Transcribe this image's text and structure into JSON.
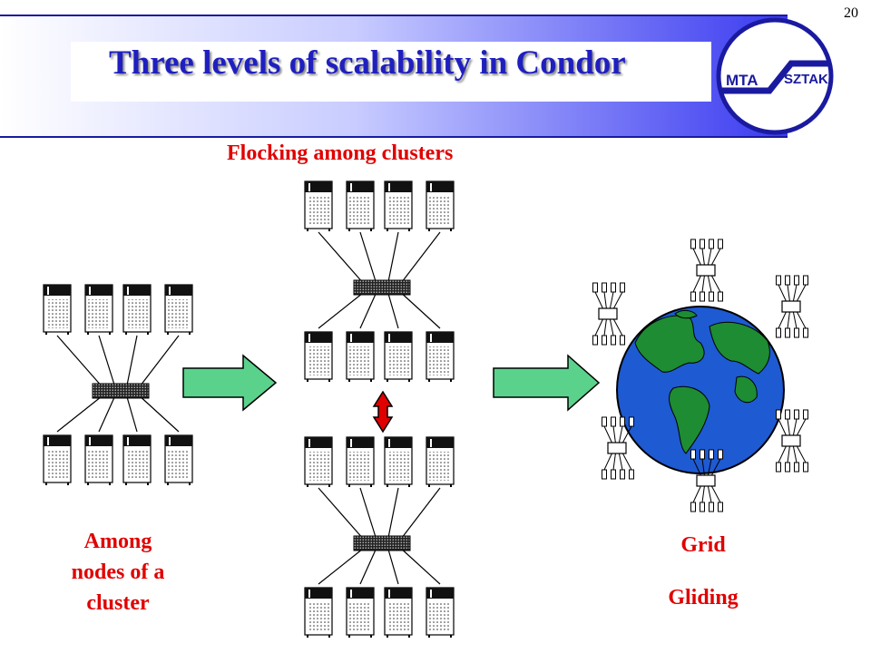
{
  "slide": {
    "title": "Three levels of scalability in Condor",
    "number": "20"
  },
  "logo": {
    "left_text": "MTA",
    "right_text": "SZTAKI",
    "color": "#1a1aa0"
  },
  "labels": {
    "flocking": "Flocking among clusters",
    "among_lines": [
      "Among",
      "nodes of a",
      "cluster"
    ],
    "grid": "Grid",
    "gliding": "Gliding"
  },
  "colors": {
    "label": "#e00000",
    "title": "#1f1fc0",
    "arrow_fill": "#5ad28c",
    "double_arrow": "#e00000",
    "ocean": "#1e5ad2",
    "land": "#1e8c32"
  },
  "icons": {
    "server": "server-tower-icon",
    "switch": "network-switch-icon",
    "arrow": "right-arrow-icon",
    "double_arrow": "vertical-double-arrow-icon",
    "globe": "earth-globe-icon",
    "grid_node": "grid-node-cluster-icon"
  }
}
